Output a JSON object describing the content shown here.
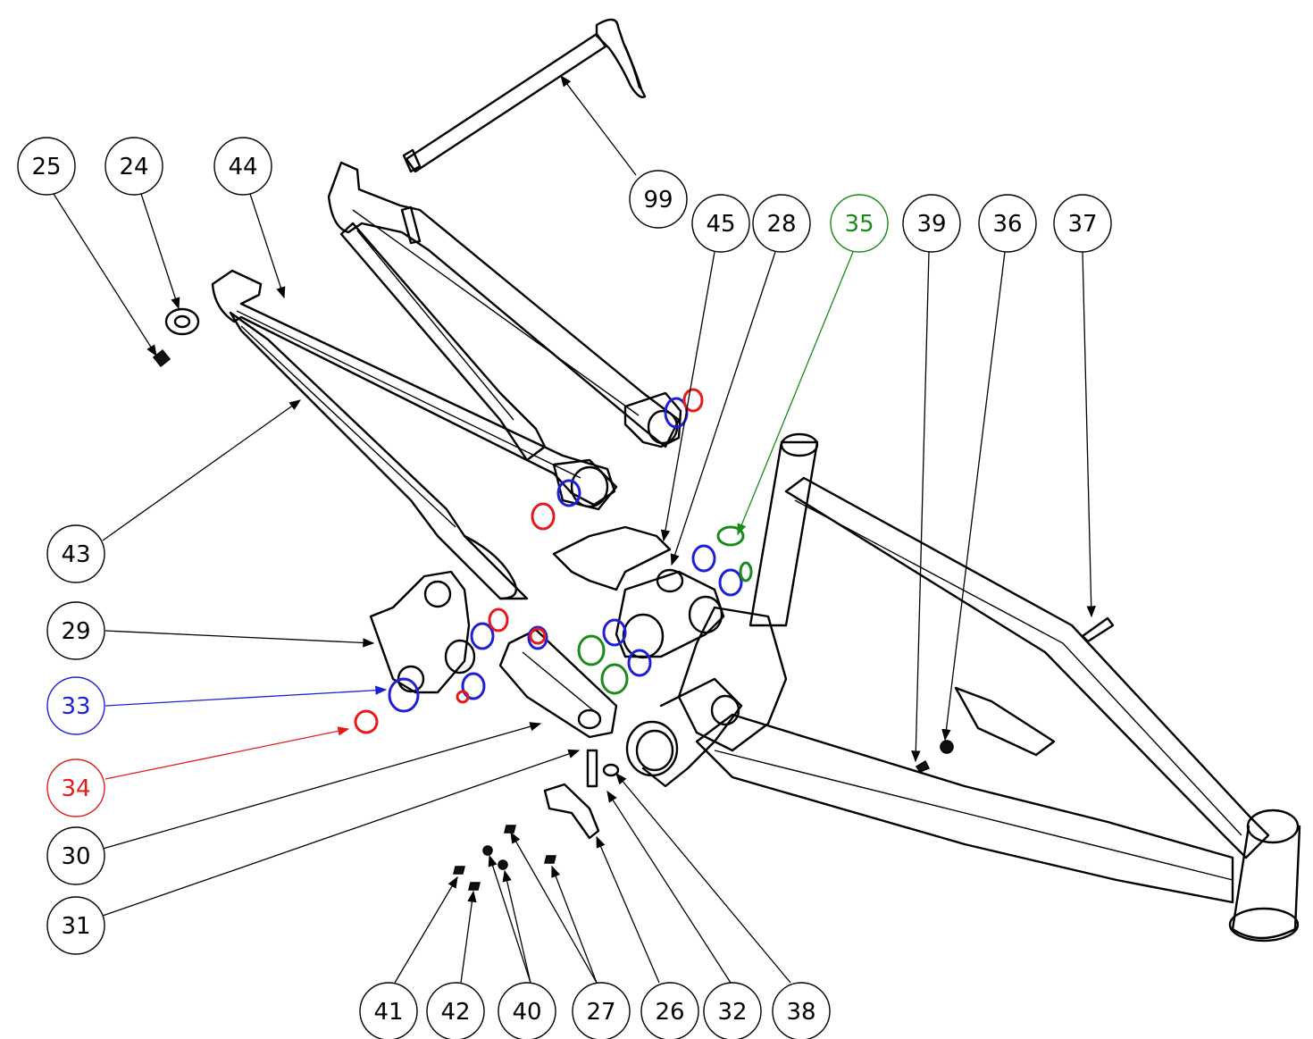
{
  "colors": {
    "default": "#000000",
    "blue": "#1f1fd6",
    "red": "#e31b1b",
    "green": "#1a8a1a"
  },
  "callouts": [
    {
      "id": "c25",
      "label": "25",
      "color": "default"
    },
    {
      "id": "c24",
      "label": "24",
      "color": "default"
    },
    {
      "id": "c44",
      "label": "44",
      "color": "default"
    },
    {
      "id": "c99",
      "label": "99",
      "color": "default"
    },
    {
      "id": "c45",
      "label": "45",
      "color": "default"
    },
    {
      "id": "c28",
      "label": "28",
      "color": "default"
    },
    {
      "id": "c35",
      "label": "35",
      "color": "green"
    },
    {
      "id": "c39",
      "label": "39",
      "color": "default"
    },
    {
      "id": "c36",
      "label": "36",
      "color": "default"
    },
    {
      "id": "c37",
      "label": "37",
      "color": "default"
    },
    {
      "id": "c43",
      "label": "43",
      "color": "default"
    },
    {
      "id": "c29",
      "label": "29",
      "color": "default"
    },
    {
      "id": "c33",
      "label": "33",
      "color": "blue"
    },
    {
      "id": "c34",
      "label": "34",
      "color": "red"
    },
    {
      "id": "c30",
      "label": "30",
      "color": "default"
    },
    {
      "id": "c31",
      "label": "31",
      "color": "default"
    },
    {
      "id": "c41",
      "label": "41",
      "color": "default"
    },
    {
      "id": "c42",
      "label": "42",
      "color": "default"
    },
    {
      "id": "c40",
      "label": "40",
      "color": "default"
    },
    {
      "id": "c27",
      "label": "27",
      "color": "default"
    },
    {
      "id": "c26",
      "label": "26",
      "color": "default"
    },
    {
      "id": "c32",
      "label": "32",
      "color": "default"
    },
    {
      "id": "c38",
      "label": "38",
      "color": "default"
    }
  ]
}
